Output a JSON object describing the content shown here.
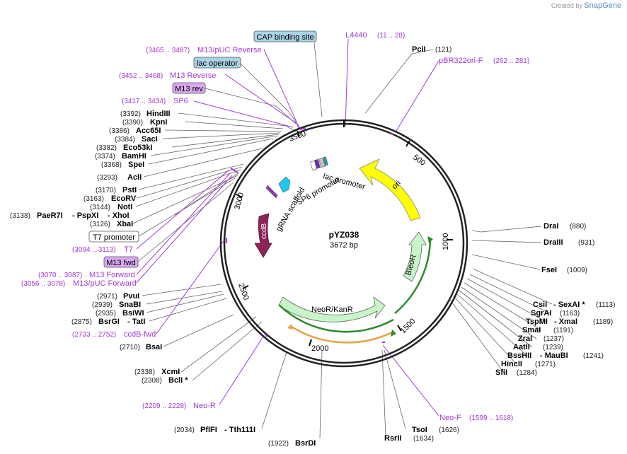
{
  "brand": {
    "prefix": "Created by",
    "name": "SnapGene"
  },
  "plasmid": {
    "name": "pYZ038",
    "length": "3672 bp"
  },
  "colors": {
    "primer": "#a23ad6",
    "ori": "#ffff00",
    "neo": "#c8f5c8",
    "ccdb": "#8e2456",
    "sp6": "#1ec8f0"
  },
  "ticks": [
    "500",
    "1000",
    "1500",
    "2000",
    "2500",
    "3000",
    "3500"
  ],
  "features": {
    "ori": "ori",
    "bleor": "BleoR",
    "neor": "NeoR/KanR",
    "ccdb": "ccdB",
    "lac_promoter": "lac promoter",
    "sp6_promoter": "SP6 promoter",
    "grna": "gRNA scaffold"
  },
  "boxed": {
    "cap": "CAP binding site",
    "lacop": "lac operator",
    "m13rev": "M13 rev",
    "t7prom": "T7 promoter",
    "m13fwd": "M13 fwd"
  },
  "primers_top": [
    {
      "pos": "(11 .. 28)",
      "name": "L4440"
    },
    {
      "pos": "(262 .. 281)",
      "name": "pBR322ori-F"
    },
    {
      "pos": "(3465 .. 3487)",
      "name": "M13/pUC Reverse"
    },
    {
      "pos": "(3452 .. 3468)",
      "name": "M13 Reverse"
    },
    {
      "pos": "(3417 .. 3434)",
      "name": "SP6"
    }
  ],
  "primers_left": [
    {
      "pos": "(3094 .. 3113)",
      "name": "T7"
    },
    {
      "pos": "(3070 .. 3087)",
      "name": "M13 Forward"
    },
    {
      "pos": "(3056 .. 3078)",
      "name": "M13/pUC Forward"
    },
    {
      "pos": "(2733 .. 2752)",
      "name": "ccdB-fwd"
    },
    {
      "pos": "(2209 .. 2228)",
      "name": "Neo-R"
    },
    {
      "pos": "(1599 .. 1618)",
      "name": "Neo-F"
    }
  ],
  "enzymes": {
    "pcii": {
      "name": "PciI",
      "pos": "(121)"
    },
    "hindiii": {
      "name": "HindIII",
      "pos": "(3392)"
    },
    "kpni": {
      "name": "KpnI",
      "pos": "(3390)"
    },
    "acc65i": {
      "name": "Acc65I",
      "pos": "(3386)"
    },
    "saci": {
      "name": "SacI",
      "pos": "(3384)"
    },
    "eco53ki": {
      "name": "Eco53kI",
      "pos": "(3382)"
    },
    "bamhi": {
      "name": "BamHI",
      "pos": "(3374)"
    },
    "spei": {
      "name": "SpeI",
      "pos": "(3368)"
    },
    "acli": {
      "name": "AclI",
      "pos": "(3293)"
    },
    "psti": {
      "name": "PstI",
      "pos": "(3170)"
    },
    "ecorv": {
      "name": "EcoRV",
      "pos": "(3163)"
    },
    "noti": {
      "name": "NotI",
      "pos": "(3144)"
    },
    "paer7i": {
      "name": "PaeR7I",
      "pos": "(3138)",
      "extra1": "- PspXI",
      "extra2": "- XhoI"
    },
    "xbai": {
      "name": "XbaI",
      "pos": "(3126)"
    },
    "pvui": {
      "name": "PvuI",
      "pos": "(2971)"
    },
    "snabi": {
      "name": "SnaBI",
      "pos": "(2939)"
    },
    "bsiwi": {
      "name": "BsiWI",
      "pos": "(2935)"
    },
    "bsrgi": {
      "name": "BsrGI",
      "pos": "(2875)",
      "extra": "- TatI"
    },
    "bsai": {
      "name": "BsaI",
      "pos": "(2710)"
    },
    "xcmi": {
      "name": "XcmI",
      "pos": "(2338)"
    },
    "bcli": {
      "name": "BclI *",
      "pos": "(2308)"
    },
    "pflfi": {
      "name": "PflFI",
      "pos": "(2034)",
      "extra": "- Tth111I"
    },
    "bsrdi": {
      "name": "BsrDI",
      "pos": "(1922)"
    },
    "rsrii": {
      "name": "RsrII",
      "pos": "(1634)"
    },
    "tsoi": {
      "name": "TsoI",
      "pos": "(1626)"
    },
    "drai": {
      "name": "DraI",
      "pos": "(880)"
    },
    "draiii": {
      "name": "DraIII",
      "pos": "(931)"
    },
    "fsei": {
      "name": "FseI",
      "pos": "(1009)"
    },
    "csii": {
      "name": "CsiI",
      "pos": "(1113)",
      "extra": "- SexAI *"
    },
    "sgrai": {
      "name": "SgrAI",
      "pos": "(1163)"
    },
    "tspmi": {
      "name": "TspMI",
      "pos": "(1189)",
      "extra": "- XmaI"
    },
    "smai": {
      "name": "SmaI",
      "pos": "(1191)"
    },
    "zrai": {
      "name": "ZraI",
      "pos": "(1237)"
    },
    "aatii": {
      "name": "AatII",
      "pos": "(1239)"
    },
    "bsshii": {
      "name": "BssHII",
      "pos": "(1241)",
      "extra": "- MauBI"
    },
    "hincii": {
      "name": "HincII",
      "pos": "(1271)"
    },
    "sfii": {
      "name": "SfiI",
      "pos": "(1284)"
    }
  }
}
